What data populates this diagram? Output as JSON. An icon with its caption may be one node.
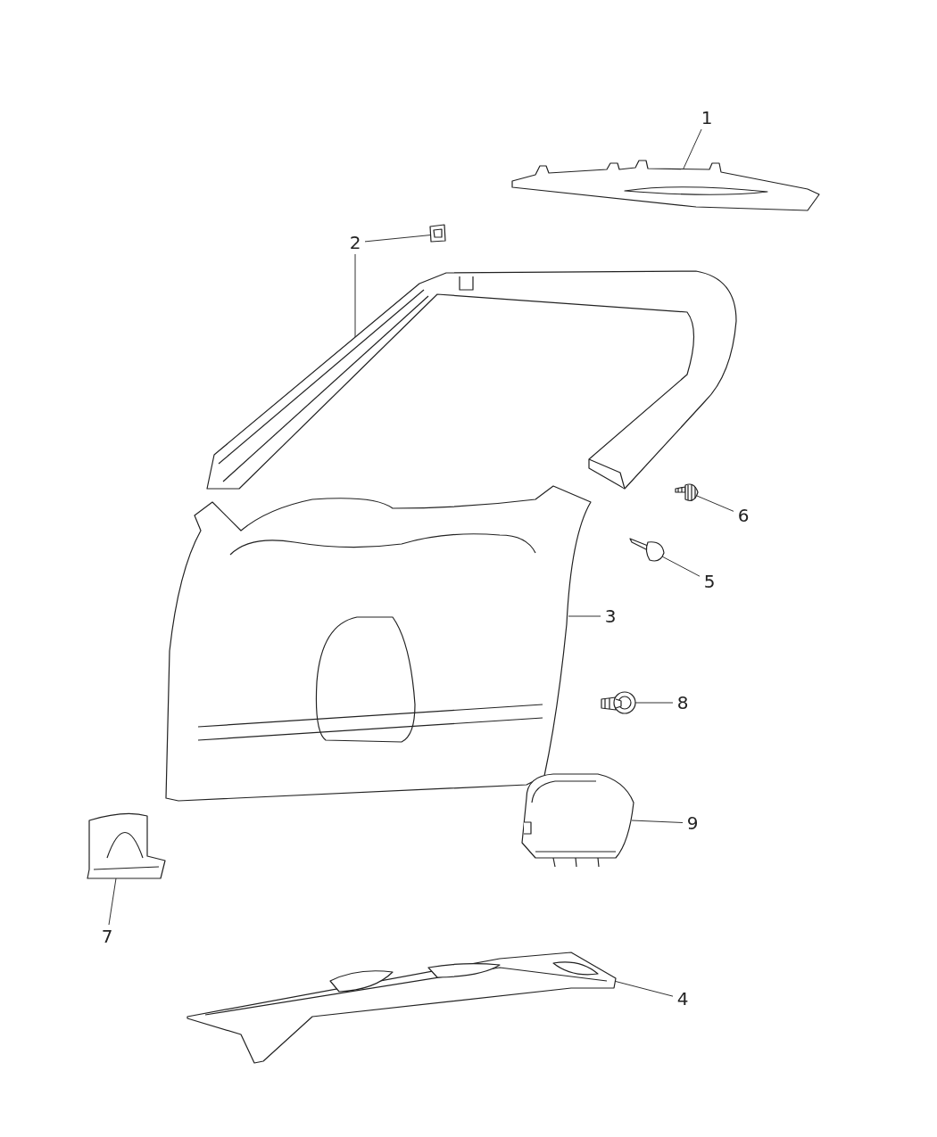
{
  "diagram": {
    "nodes": [
      {
        "text": [
          "1"
        ]
      },
      {
        "text": [],
        "shape": "picture"
      },
      {
        "text": [
          "2"
        ]
      },
      {
        "text": [],
        "shape": "picture"
      },
      {
        "text": [],
        "shape": "picture"
      },
      {
        "text": [
          "6"
        ]
      },
      {
        "text": [],
        "shape": "picture"
      },
      {
        "text": [
          "5"
        ]
      },
      {
        "text": [],
        "shape": "picture"
      },
      {
        "text": [
          "3"
        ]
      },
      {
        "text": [],
        "shape": "picture"
      },
      {
        "text": [
          "8"
        ]
      },
      {
        "text": [],
        "shape": "picture"
      },
      {
        "text": [
          "9"
        ]
      },
      {
        "text": [],
        "shape": "picture"
      },
      {
        "text": [
          "7"
        ]
      },
      {
        "text": [],
        "shape": "picture"
      },
      {
        "text": [
          "4"
        ]
      },
      {
        "text": [],
        "shape": "picture"
      }
    ],
    "edges": [
      {
        "from": 0,
        "to": 1,
        "arrow": "none"
      },
      {
        "from": 2,
        "to": 3,
        "arrow": "none"
      },
      {
        "from": 2,
        "to": 4,
        "arrow": "none"
      },
      {
        "from": 5,
        "to": 6,
        "arrow": "none"
      },
      {
        "from": 7,
        "to": 8,
        "arrow": "none"
      },
      {
        "from": 9,
        "to": 10,
        "arrow": "none"
      },
      {
        "from": 11,
        "to": 12,
        "arrow": "none"
      },
      {
        "from": 13,
        "to": 14,
        "arrow": "none"
      },
      {
        "from": 15,
        "to": 16,
        "arrow": "none"
      },
      {
        "from": 17,
        "to": 18,
        "arrow": "none"
      }
    ]
  }
}
